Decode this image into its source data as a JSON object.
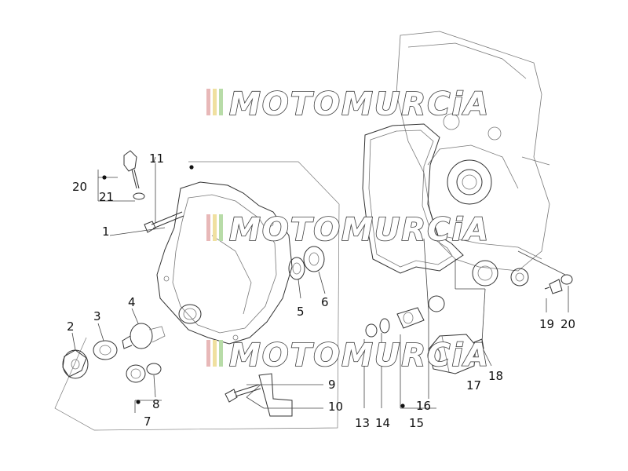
{
  "diagram": {
    "callouts": {
      "c1": "1",
      "c2": "2",
      "c3": "3",
      "c4": "4",
      "c5": "5",
      "c6": "6",
      "c7": "7",
      "c8": "8",
      "c9": "9",
      "c10": "10",
      "c11": "11",
      "c13": "13",
      "c14": "14",
      "c15": "15",
      "c16": "16",
      "c17": "17",
      "c18": "18",
      "c19": "19",
      "c20a": "20",
      "c20b": "20",
      "c21": "21"
    }
  },
  "watermark": {
    "text": "MOTOMURCiA",
    "stripe_colors": [
      "#e8b8b8",
      "#f0e0a0",
      "#b8dca8"
    ]
  }
}
